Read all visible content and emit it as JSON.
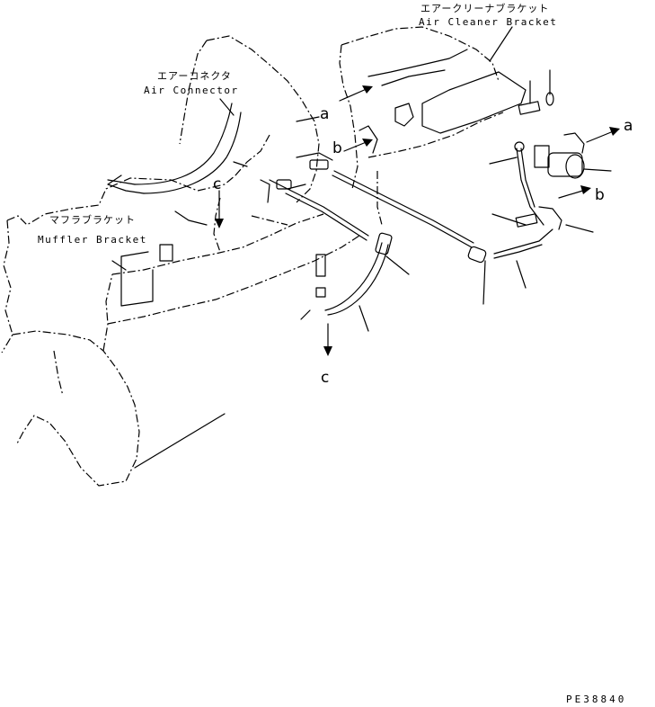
{
  "labels": {
    "air_cleaner_bracket_jp": "エアークリーナブラケット",
    "air_cleaner_bracket_en": "Air Cleaner Bracket",
    "air_connector_jp": "エアーコネクタ",
    "air_connector_en": "Air Connector",
    "muffler_bracket_jp": "マフラブラケット",
    "muffler_bracket_en": "Muffler Bracket"
  },
  "refs": {
    "a_left": "a",
    "b_left": "b",
    "c_left": "c",
    "a_right": "a",
    "b_right": "b",
    "c_bottom": "c"
  },
  "drawing_code": "PE38840"
}
